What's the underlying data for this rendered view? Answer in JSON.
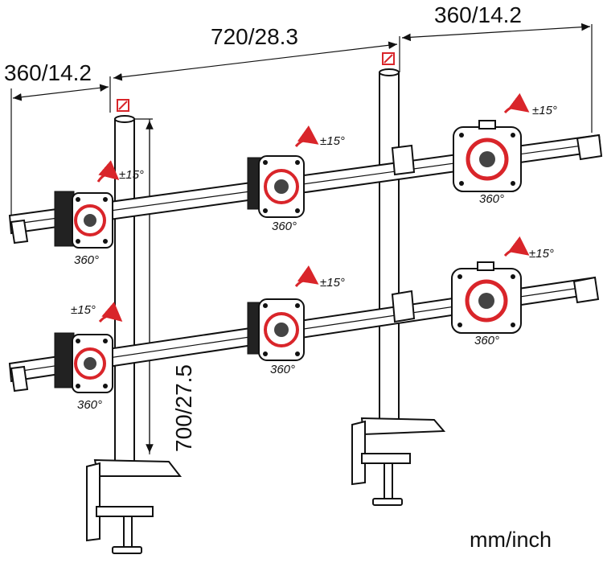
{
  "dimensions": {
    "left_arm": "360/14.2",
    "center_span": "720/28.3",
    "right_arm": "360/14.2",
    "pole_height": "700/27.5"
  },
  "rotation_labels": {
    "tilt": "±15°",
    "rotate": "360°"
  },
  "units": "mm/inch",
  "colors": {
    "accent": "#d9252a",
    "line": "#111111"
  },
  "icons": [
    "dimension-arrow-icon",
    "tilt-arrow-icon",
    "rotation-arrow-icon",
    "adjust-marker-icon"
  ]
}
